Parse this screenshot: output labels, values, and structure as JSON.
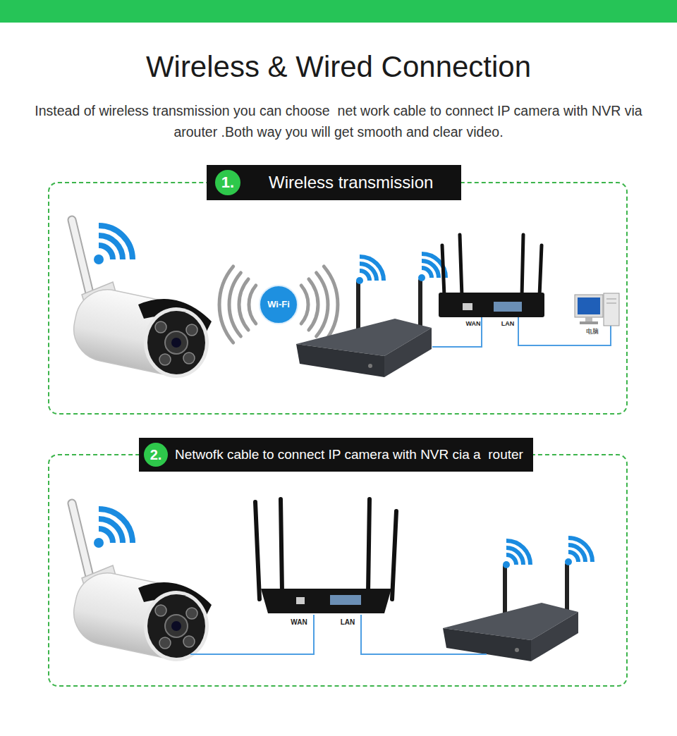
{
  "diagram": {
    "title": "Wireless & Wired Connection",
    "nodes": [
      {
        "text": [
          "1.",
          "Wireless transmission"
        ]
      },
      {
        "text": [
          "Wi-Fi"
        ],
        "in": 0
      },
      {
        "text": [
          "2.",
          "Netwofk cable to connect IP camera with NVR cia a  router"
        ]
      }
    ],
    "labels": [
      "Instead of wireless transmission you can choose  net work cable to connect IP camera with NVR via arouter .Both way you will get smooth and clear video.",
      "WAN",
      "LAN",
      "电脑",
      "WAN",
      "LAN"
    ]
  }
}
